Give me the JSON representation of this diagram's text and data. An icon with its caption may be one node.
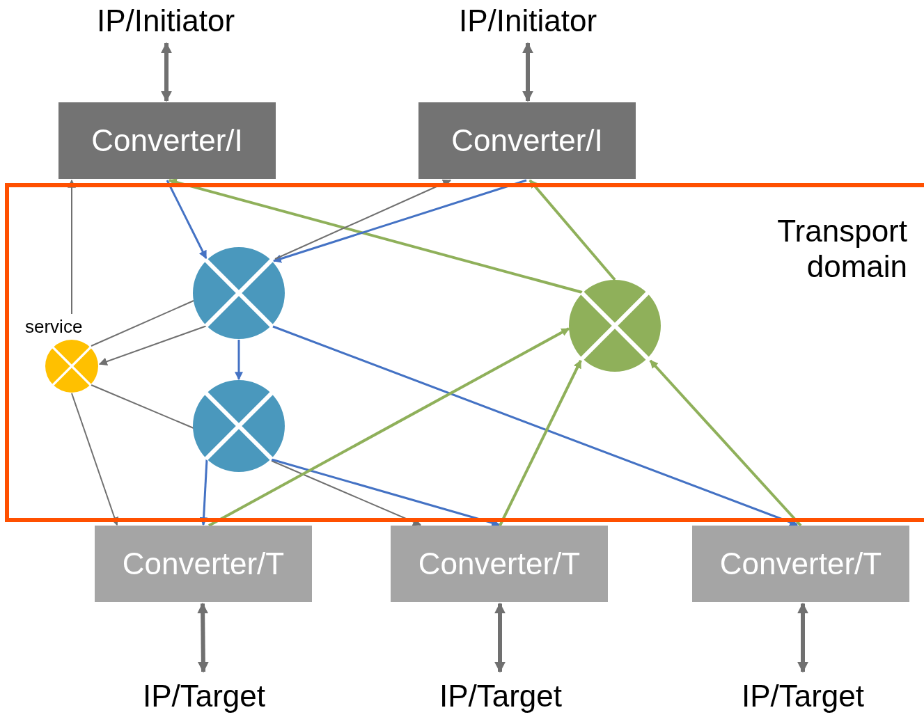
{
  "diagram": {
    "nodes": [
      {
        "text": [
          "IP/Initiator"
        ]
      },
      {
        "text": [
          "IP/Initiator"
        ]
      },
      {
        "text": [
          "Converter/I"
        ]
      },
      {
        "text": [
          "Converter/I"
        ]
      },
      {
        "text": [
          "Transport domain"
        ]
      },
      {
        "text": [],
        "shape": "circle",
        "in": 4
      },
      {
        "text": [],
        "shape": "circle",
        "in": 4
      },
      {
        "text": [
          "service"
        ],
        "in": 4
      },
      {
        "text": [],
        "shape": "circle",
        "in": 4
      },
      {
        "text": [
          "Converter/T"
        ]
      },
      {
        "text": [
          "Converter/T"
        ]
      },
      {
        "text": [
          "Converter/T"
        ]
      },
      {
        "text": [
          "IP/Target"
        ]
      },
      {
        "text": [
          "IP/Target"
        ]
      },
      {
        "text": [
          "IP/Target"
        ]
      }
    ],
    "edges": [
      {
        "from": 0,
        "to": 2,
        "arrow": "both",
        "style": "thick"
      },
      {
        "from": 1,
        "to": 3,
        "arrow": "both",
        "style": "thick"
      },
      {
        "from": 7,
        "to": 2,
        "arrow": "to"
      },
      {
        "from": 2,
        "to": 5,
        "arrow": "to",
        "color": "#4472c4"
      },
      {
        "from": 6,
        "to": 2,
        "arrow": "to",
        "color": "#8fb05a"
      },
      {
        "from": 3,
        "to": 5,
        "arrow": "to",
        "color": "#4472c4"
      },
      {
        "from": 7,
        "to": 5,
        "arrow": "none"
      },
      {
        "from": 5,
        "to": 3,
        "arrow": "to"
      },
      {
        "from": 6,
        "to": 3,
        "arrow": "to",
        "color": "#8fb05a"
      },
      {
        "from": 5,
        "to": 7,
        "arrow": "to"
      },
      {
        "from": 5,
        "to": 8,
        "arrow": "to",
        "color": "#4472c4"
      },
      {
        "from": 5,
        "to": 11,
        "arrow": "to",
        "color": "#4472c4"
      },
      {
        "from": 7,
        "to": 9,
        "arrow": "to"
      },
      {
        "from": 7,
        "to": 8,
        "arrow": "none"
      },
      {
        "from": 8,
        "to": 10,
        "arrow": "to"
      },
      {
        "from": 8,
        "to": 9,
        "arrow": "to",
        "color": "#4472c4"
      },
      {
        "from": 8,
        "to": 10,
        "arrow": "to",
        "color": "#4472c4"
      },
      {
        "from": 9,
        "to": 6,
        "arrow": "to",
        "color": "#8fb05a"
      },
      {
        "from": 10,
        "to": 6,
        "arrow": "to",
        "color": "#8fb05a"
      },
      {
        "from": 11,
        "to": 6,
        "arrow": "to",
        "color": "#8fb05a"
      },
      {
        "from": 9,
        "to": 12,
        "arrow": "both",
        "style": "thick"
      },
      {
        "from": 10,
        "to": 13,
        "arrow": "both",
        "style": "thick"
      },
      {
        "from": 11,
        "to": 14,
        "arrow": "both",
        "style": "thick"
      }
    ]
  }
}
